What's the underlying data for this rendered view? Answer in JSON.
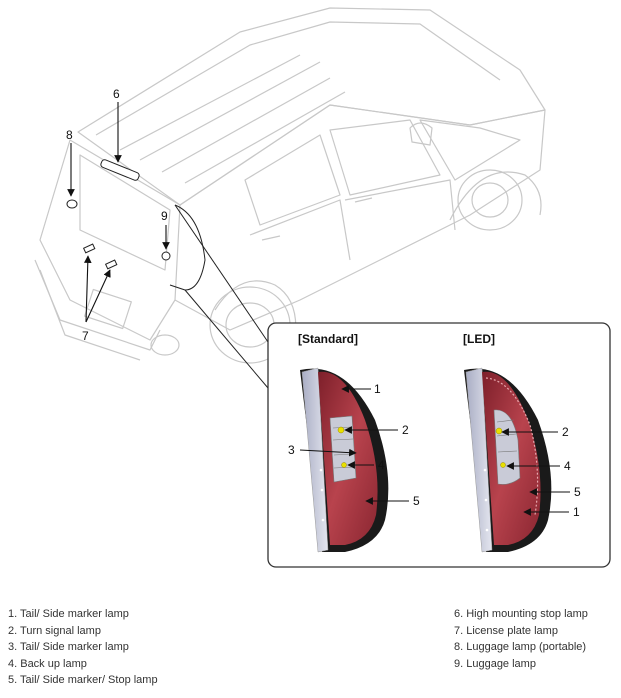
{
  "callouts": {
    "c1": "1",
    "c2": "2",
    "c3": "3",
    "c4": "4",
    "c5": "5",
    "c6": "6",
    "c7": "7",
    "c8": "8",
    "c9": "9",
    "led1": "1",
    "led2": "2",
    "led4": "4",
    "led5": "5"
  },
  "variants": {
    "standard": "[Standard]",
    "led": "[LED]"
  },
  "legend": {
    "left": [
      "1. Tail/ Side marker lamp",
      "2. Turn signal lamp",
      "3. Tail/ Side marker lamp",
      "4. Back up lamp",
      "5. Tail/ Side marker/ Stop lamp"
    ],
    "right": [
      "6. High mounting stop lamp",
      "7. License plate lamp",
      "8. Luggage lamp (portable)",
      "9. Luggage lamp"
    ]
  },
  "colors": {
    "lamp_red": "#a8353f",
    "lamp_silver": "#c7cad8",
    "bulb_yellow": "#e8e000"
  }
}
